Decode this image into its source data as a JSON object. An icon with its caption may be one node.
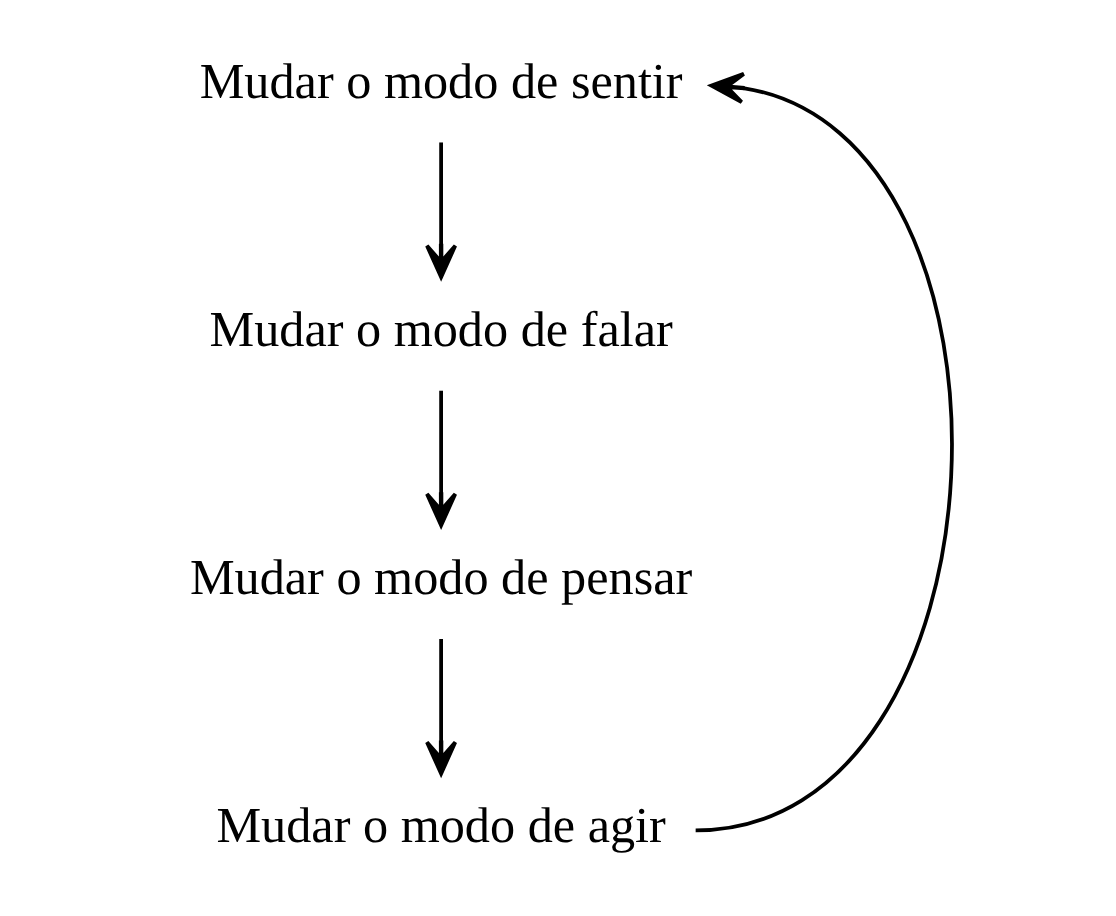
{
  "diagram": {
    "nodes": [
      {
        "text": [
          "Mudar o modo de sentir"
        ]
      },
      {
        "text": [
          "Mudar o modo de falar"
        ]
      },
      {
        "text": [
          "Mudar o modo de pensar"
        ]
      },
      {
        "text": [
          "Mudar o modo de agir"
        ]
      }
    ],
    "edges": [
      {
        "from": 0,
        "to": 1,
        "arrow": "to"
      },
      {
        "from": 1,
        "to": 2,
        "arrow": "to"
      },
      {
        "from": 2,
        "to": 3,
        "arrow": "to"
      },
      {
        "from": 3,
        "to": 0,
        "arrow": "to"
      }
    ]
  }
}
